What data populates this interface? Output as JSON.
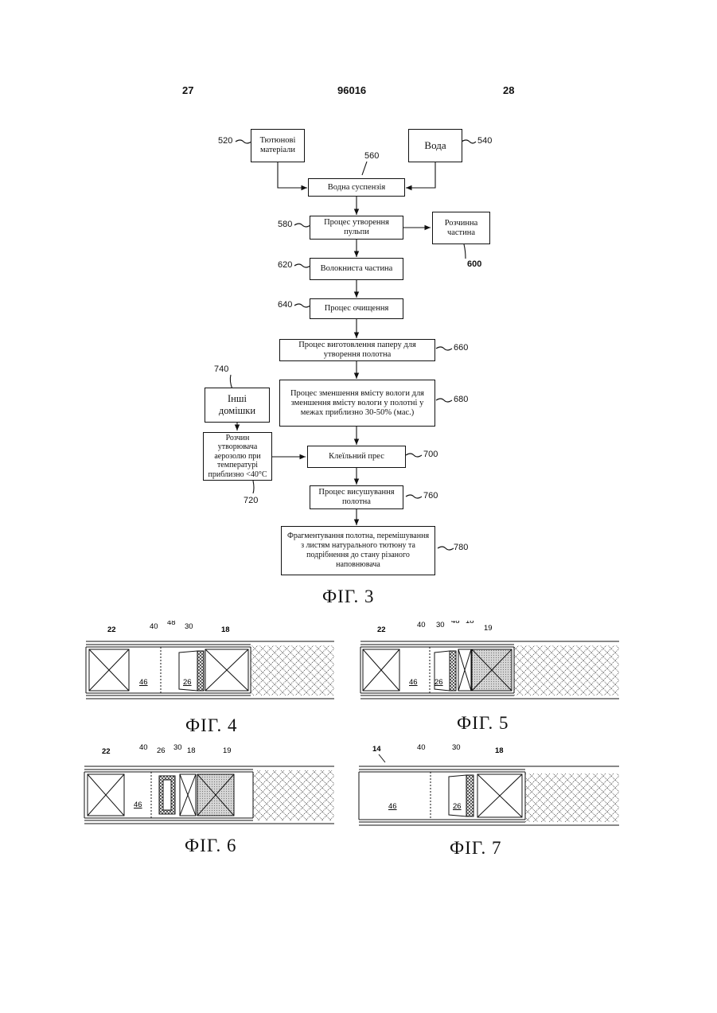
{
  "header": {
    "left_page": "27",
    "patent_number": "96016",
    "right_page": "28"
  },
  "flowchart": {
    "boxes": {
      "tobacco": "Тютюнові матеріали",
      "water": "Вода",
      "slurry": "Водна суспензія",
      "pulping": "Процес утворення пульпи",
      "soluble": "Розчинна частина",
      "fibrous": "Волокниста частина",
      "cleaning": "Процес очищення",
      "papermaking": "Процес виготовлення паперу для утворення полотна",
      "moisture": "Процес зменшення вмісту вологи для зменшення вмісту вологи у полотні у межах приблизно 30-50% (мас.)",
      "other": "Інші домішки",
      "aerosol": "Розчин утворювача аерозолю при температурі приблизно <40°C",
      "sizepress": "Клеїльний прес",
      "drying": "Процес висушування полотна",
      "fragment": "Фрагментування полотна, перемішування з листям натурального тютюну та подрібнення до стану різаного наповнювача"
    },
    "refs": {
      "r520": "520",
      "r540": "540",
      "r560": "560",
      "r580": "580",
      "r600": "600",
      "r620": "620",
      "r640": "640",
      "r660": "660",
      "r680": "680",
      "r740": "740",
      "r700": "700",
      "r720": "720",
      "r760": "760",
      "r780": "780"
    },
    "caption": "ФІГ. 3"
  },
  "fig4": {
    "caption": "ФІГ. 4",
    "labels": {
      "a": "22",
      "b": "40",
      "c": "48",
      "d": "30",
      "e": "18",
      "f": "46",
      "g": "26"
    }
  },
  "fig5": {
    "caption": "ФІГ. 5",
    "labels": {
      "a": "22",
      "b": "40",
      "c": "30",
      "d": "48",
      "e": "18",
      "f": "19",
      "g": "46",
      "h": "26"
    }
  },
  "fig6": {
    "caption": "ФІГ. 6",
    "labels": {
      "a": "22",
      "b": "40",
      "c": "26",
      "d": "30",
      "e": "18",
      "f": "19",
      "g": "46"
    }
  },
  "fig7": {
    "caption": "ФІГ. 7",
    "labels": {
      "a": "14",
      "b": "40",
      "c": "30",
      "d": "18",
      "e": "46",
      "f": "26"
    }
  }
}
